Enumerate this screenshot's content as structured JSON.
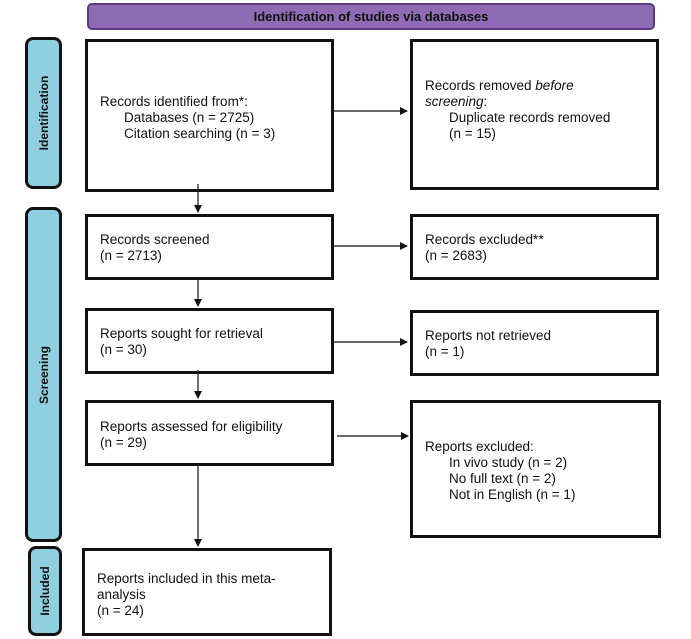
{
  "header": {
    "title": "Identification of studies via databases"
  },
  "phases": {
    "identification": "Identification",
    "screening": "Screening",
    "included": "Included"
  },
  "boxes": {
    "identified": {
      "title": "Records identified from*:",
      "line1": "Databases (n = 2725)",
      "line2": "Citation searching (n = 3)"
    },
    "removed": {
      "title_prefix": "Records removed ",
      "title_italic": "before",
      "title_italic2": "screening",
      "title_suffix": ":",
      "line1": "Duplicate records removed",
      "line2": "(n = 15)"
    },
    "screened": {
      "title": "Records screened",
      "count": "(n = 2713)"
    },
    "excluded": {
      "title": "Records excluded**",
      "count": "(n = 2683)"
    },
    "sought": {
      "title": "Reports sought for retrieval",
      "count": "(n = 30)"
    },
    "not_retrieved": {
      "title": "Reports not retrieved",
      "count": "(n = 1)"
    },
    "assessed": {
      "title": "Reports assessed for eligibility",
      "count": "(n = 29)"
    },
    "reports_excluded": {
      "title": "Reports excluded:",
      "reasons": [
        "In vivo study (n = 2)",
        "No full text (n = 2)",
        "Not in English (n = 1)"
      ]
    },
    "included": {
      "line1": "Reports included in this meta-",
      "line2": "analysis",
      "count": "(n = 24)"
    }
  }
}
